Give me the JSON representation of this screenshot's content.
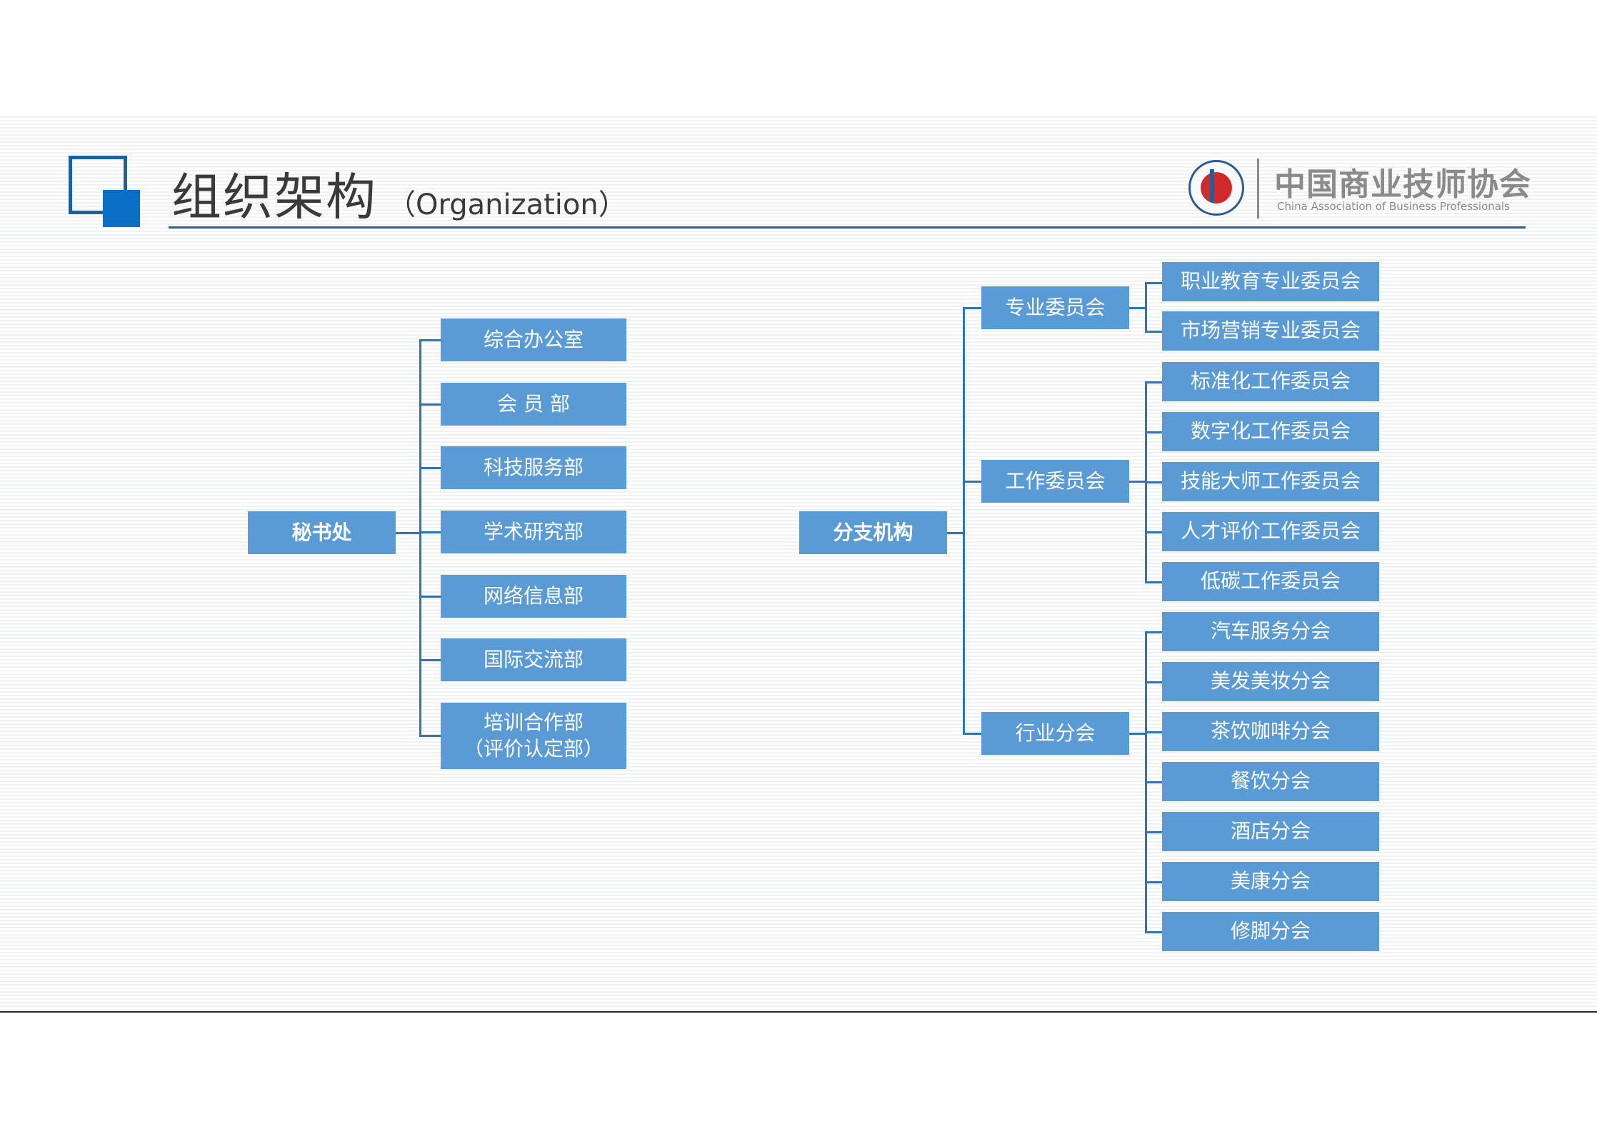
{
  "header": {
    "title": "组织架构",
    "subtitle": "（Organization）",
    "org_name_cn": "中国商业技师协会",
    "org_name_en": "China Association of Business Professionals"
  },
  "colors": {
    "box_fill": "#5b9bd5",
    "connector": "#2e75b6",
    "accent": "#0b6fc6",
    "title_text": "#3a3a3a"
  },
  "secretariat": {
    "label": "秘书处",
    "departments": [
      "综合办公室",
      "会 员 部",
      "科技服务部",
      "学术研究部",
      "网络信息部",
      "国际交流部"
    ],
    "training_line1": "培训合作部",
    "training_line2": "（评价认定部）"
  },
  "branches": {
    "label": "分支机构",
    "specialty": {
      "label": "专业委员会",
      "items": [
        "职业教育专业委员会",
        "市场营销专业委员会"
      ]
    },
    "working": {
      "label": "工作委员会",
      "items": [
        "标准化工作委员会",
        "数字化工作委员会",
        "技能大师工作委员会",
        "人才评价工作委员会",
        "低碳工作委员会"
      ]
    },
    "industry": {
      "label": "行业分会",
      "items": [
        "汽车服务分会",
        "美发美妆分会",
        "茶饮咖啡分会",
        "餐饮分会",
        "酒店分会",
        "美康分会",
        "修脚分会"
      ]
    }
  }
}
